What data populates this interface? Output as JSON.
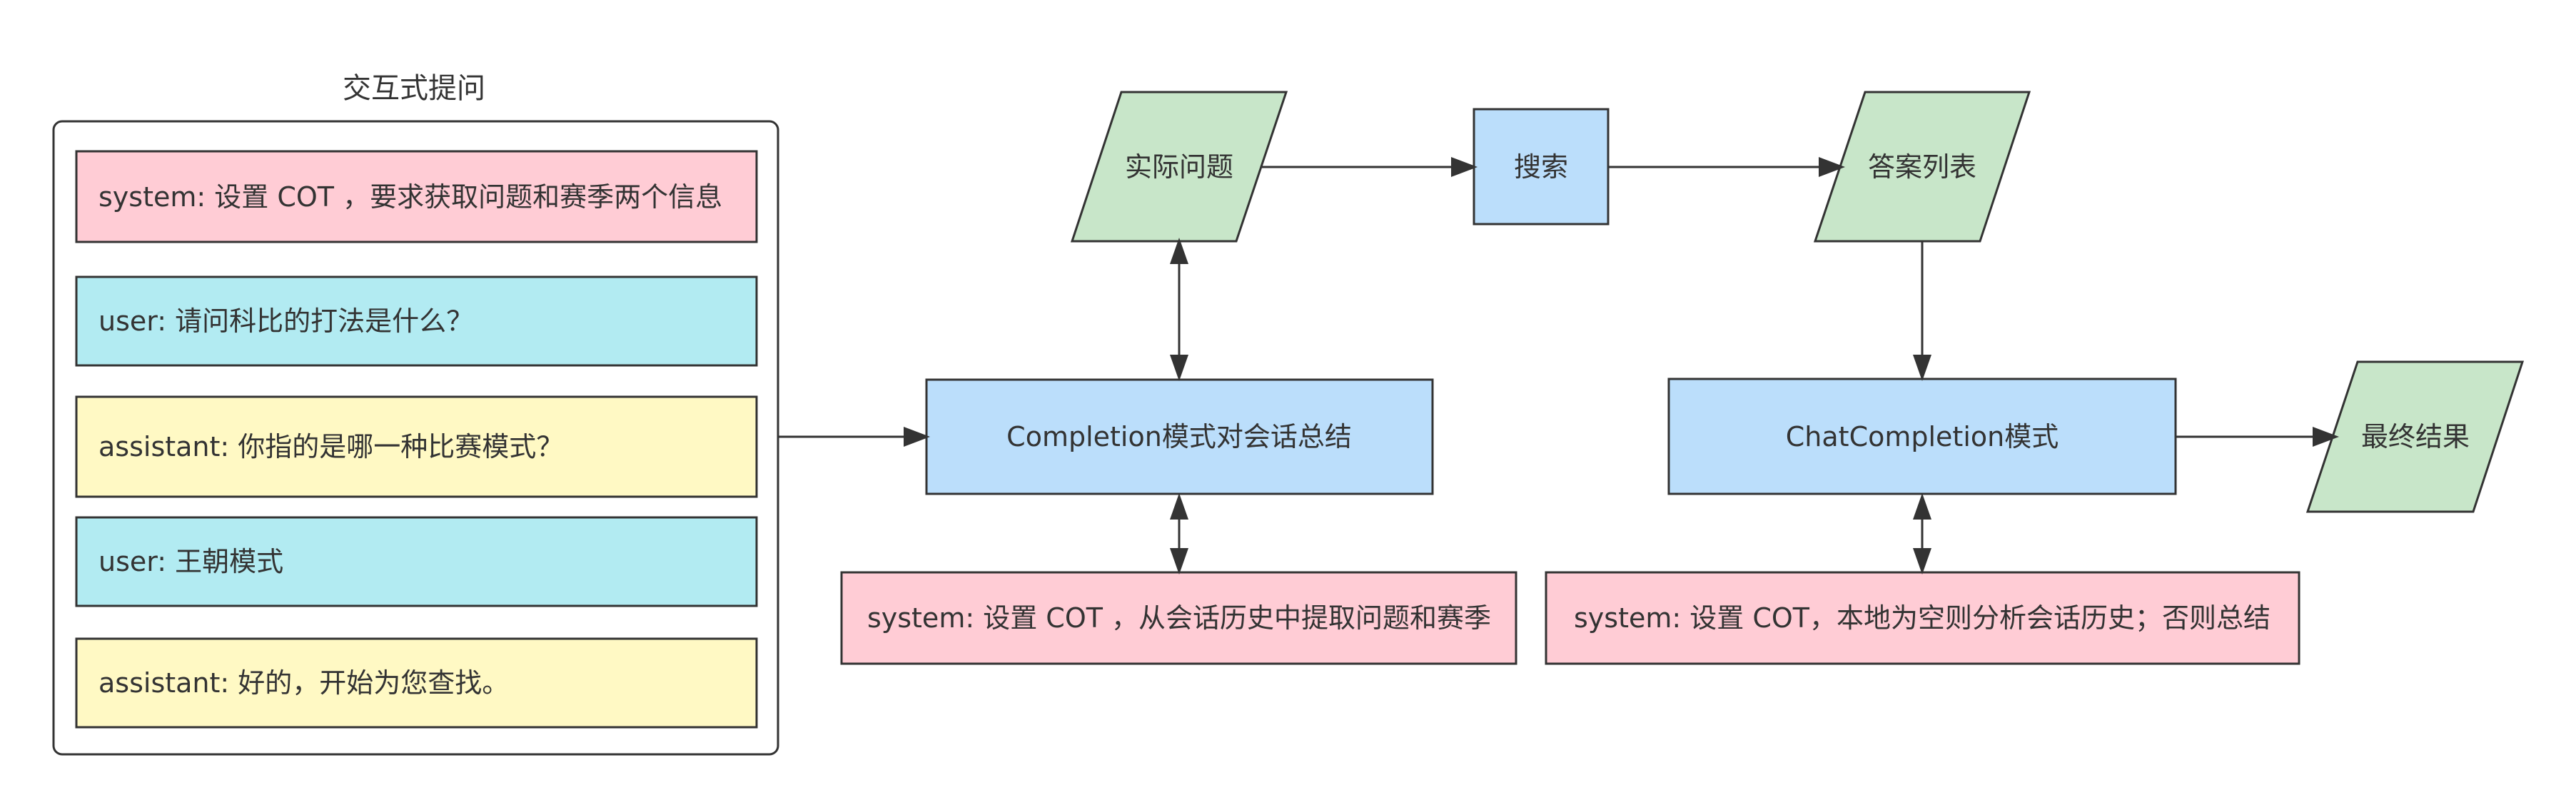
{
  "diagram": {
    "group": {
      "title": "交互式提问",
      "messages": [
        {
          "role": "system",
          "text": "system: 设置 COT ，要求获取问题和赛季两个信息",
          "color": "#ffccd5"
        },
        {
          "role": "user",
          "text": "user: 请问科比的打法是什么？",
          "color": "#b2ebf2"
        },
        {
          "role": "assistant",
          "text": "assistant: 你指的是哪一种比赛模式？",
          "color": "#fff9c4"
        },
        {
          "role": "user",
          "text": "user: 王朝模式",
          "color": "#b2ebf2"
        },
        {
          "role": "assistant",
          "text": "assistant: 好的，开始为您查找。",
          "color": "#fff9c4"
        }
      ]
    },
    "nodes": {
      "completion": {
        "label": "Completion模式对会话总结",
        "color": "#bbdefb"
      },
      "completion_prompt": {
        "label": "system: 设置 COT ，从会话历史中提取问题和赛季",
        "color": "#ffccd5"
      },
      "actual_question": {
        "label": "实际问题",
        "color": "#c8e6c9"
      },
      "search": {
        "label": "搜索",
        "color": "#bbdefb"
      },
      "answer_list": {
        "label": "答案列表",
        "color": "#c8e6c9"
      },
      "chat_completion": {
        "label": "ChatCompletion模式",
        "color": "#bbdefb"
      },
      "chat_prompt": {
        "label": "system: 设置 COT，本地为空则分析会话历史；否则总结",
        "color": "#ffccd5"
      },
      "final_result": {
        "label": "最终结果",
        "color": "#c8e6c9"
      }
    },
    "edges": [
      {
        "from": "group",
        "to": "completion",
        "type": "arrow"
      },
      {
        "from": "completion",
        "to": "actual_question",
        "type": "bidirectional"
      },
      {
        "from": "completion",
        "to": "completion_prompt",
        "type": "bidirectional"
      },
      {
        "from": "actual_question",
        "to": "search",
        "type": "arrow"
      },
      {
        "from": "search",
        "to": "answer_list",
        "type": "arrow"
      },
      {
        "from": "answer_list",
        "to": "chat_completion",
        "type": "arrow"
      },
      {
        "from": "chat_completion",
        "to": "chat_prompt",
        "type": "bidirectional"
      },
      {
        "from": "chat_completion",
        "to": "final_result",
        "type": "arrow"
      }
    ],
    "line_color": "#333333"
  }
}
